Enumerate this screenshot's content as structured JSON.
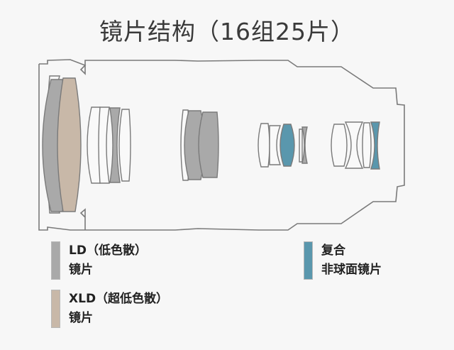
{
  "title": "镜片结构（16组25片）",
  "legend": [
    {
      "line1": "LD（低色散）",
      "line2": "镜片",
      "color": "#a9a9a9"
    },
    {
      "line1": "XLD（超低色散）",
      "line2": "镜片",
      "color": "#c8b8a8"
    },
    {
      "line1": "复合",
      "line2": "非球面镜片",
      "color": "#5a97ad"
    }
  ],
  "colors": {
    "outline": "#7a7a7a",
    "plain": "#f9f9f9",
    "ld": "#a9a9a9",
    "xld": "#c8b8a8",
    "aspherical": "#5a97ad"
  }
}
